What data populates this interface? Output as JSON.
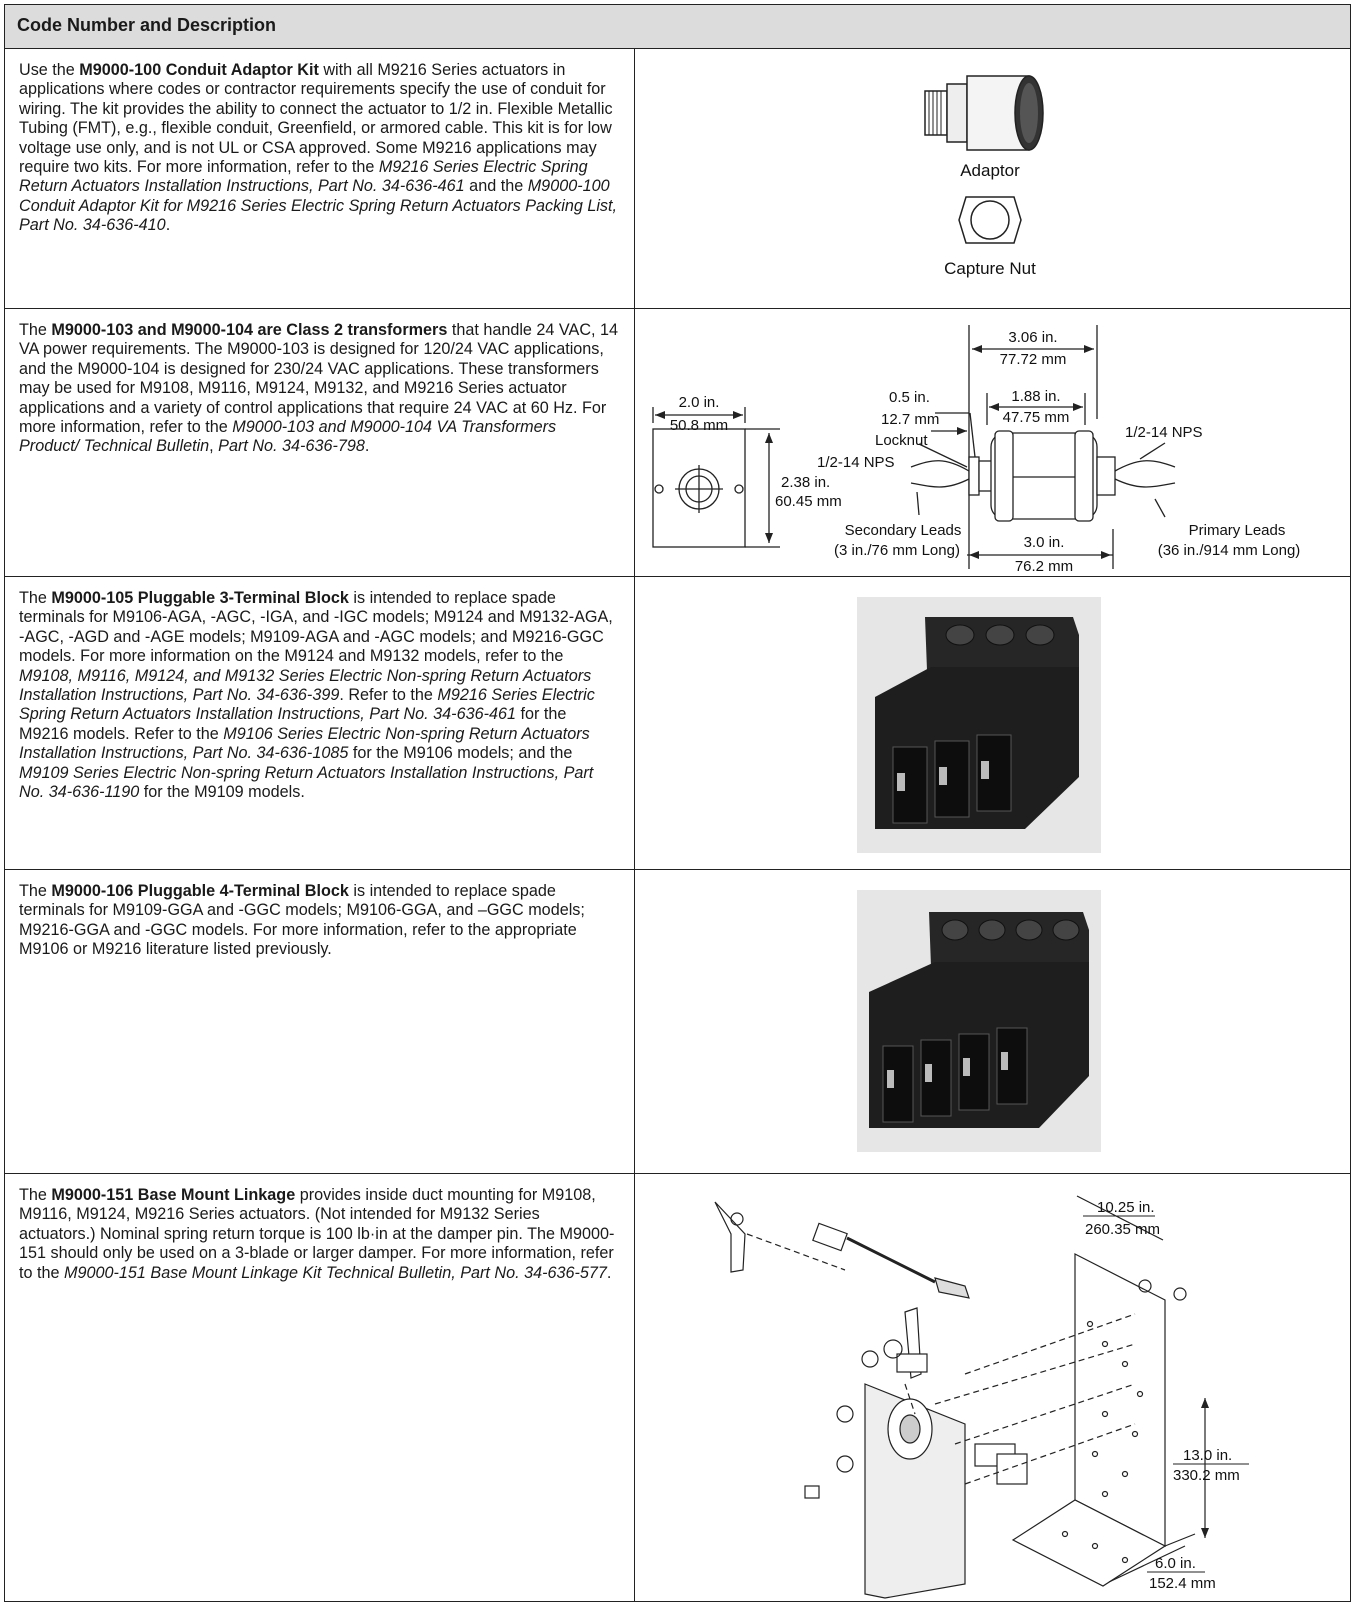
{
  "header": {
    "title": "Code Number and Description"
  },
  "rows": [
    {
      "parts": [
        {
          "t": "Use the ",
          "s": "n"
        },
        {
          "t": "M9000-100 Conduit Adaptor Kit",
          "s": "b"
        },
        {
          "t": " with all M9216 Series actuators in applications where codes or contractor requirements specify the use of conduit for wiring. The kit provides the ability to connect the actuator to 1/2 in. Flexible Metallic Tubing (FMT), e.g., flexible conduit, Greenfield, or armored cable. This kit is for low voltage use only, and is not UL or CSA approved. Some M9216 applications may require two kits. For more information, refer to the ",
          "s": "n"
        },
        {
          "t": "M9216 Series Electric Spring Return Actuators Installation Instructions, Part No. 34-636-461",
          "s": "i"
        },
        {
          "t": " and the ",
          "s": "n"
        },
        {
          "t": "M9000-100 Conduit Adaptor Kit for M9216 Series Electric Spring Return Actuators Packing List, Part No. 34-636-410",
          "s": "i"
        },
        {
          "t": ".",
          "s": "n"
        }
      ],
      "figure": {
        "adaptor_label": "Adaptor",
        "nut_label": "Capture Nut"
      }
    },
    {
      "parts": [
        {
          "t": "The ",
          "s": "n"
        },
        {
          "t": "M9000-103 and M9000-104 are Class 2 transformers",
          "s": "b"
        },
        {
          "t": " that handle 24 VAC, 14 VA power requirements. The M9000-103 is designed for 120/24 VAC applications, and the M9000-104 is designed for 230/24 VAC applications. These transformers may be used for M9108, M9116, M9124, M9132, and M9216 Series actuator applications and a variety of control applications that require 24 VAC at 60 Hz. For more information, refer to the ",
          "s": "n"
        },
        {
          "t": "M9000-103 and M9000-104 VA Transformers Product/ Technical Bulletin",
          "s": "i"
        },
        {
          "t": ", ",
          "s": "n"
        },
        {
          "t": "Part No. 34-636-798",
          "s": "i"
        },
        {
          "t": ".",
          "s": "n"
        }
      ],
      "figure": {
        "w_in": "2.0 in.",
        "w_mm": "50.8 mm",
        "h_in": "2.38 in.",
        "h_mm": "60.45 mm",
        "len_in": "3.06 in.",
        "len_mm": "77.72 mm",
        "off_in": "0.5 in.",
        "off_mm": "12.7 mm",
        "body_in": "1.88 in.",
        "body_mm": "47.75 mm",
        "locknut": "Locknut",
        "nps_left": "1/2-14 NPS",
        "nps_right": "1/2-14 NPS",
        "sec_leads": "Secondary Leads",
        "sec_len": "(3 in./76 mm Long)",
        "base_in": "3.0 in.",
        "base_mm": "76.2 mm",
        "pri_leads": "Primary Leads",
        "pri_len": "(36 in./914 mm Long)"
      }
    },
    {
      "parts": [
        {
          "t": "The ",
          "s": "n"
        },
        {
          "t": "M9000-105 Pluggable 3-Terminal Block",
          "s": "b"
        },
        {
          "t": " is intended to replace spade terminals for M9106-AGA, -AGC, -IGA, and -IGC models; M9124 and M9132-AGA, -AGC, -AGD and -AGE models; M9109-AGA and -AGC models; and M9216-GGC models. For more information on the M9124 and M9132 models, refer to the ",
          "s": "n"
        },
        {
          "t": "M9108, M9116, M9124, and M9132 Series Electric Non-spring Return Actuators Installation Instructions, Part No. 34-636-399",
          "s": "i"
        },
        {
          "t": ". Refer to the ",
          "s": "n"
        },
        {
          "t": "M9216 Series Electric Spring Return Actuators Installation Instructions, Part No. 34-636-461",
          "s": "i"
        },
        {
          "t": " for the M9216 models. Refer to the ",
          "s": "n"
        },
        {
          "t": "M9106 Series Electric Non-spring Return Actuators Installation Instructions, Part No. 34-636-1085",
          "s": "i"
        },
        {
          "t": " for the M9106 models; and the ",
          "s": "n"
        },
        {
          "t": "M9109 Series Electric Non-spring Return Actuators Installation Instructions, Part No. 34-636-1190",
          "s": "i"
        },
        {
          "t": " for the M9109 models.",
          "s": "n"
        }
      ]
    },
    {
      "parts": [
        {
          "t": "The ",
          "s": "n"
        },
        {
          "t": "M9000-106 Pluggable 4-Terminal Block",
          "s": "b"
        },
        {
          "t": " is intended to replace spade terminals for M9109-GGA and -GGC models; M9106-GGA, and –GGC models; M9216-GGA and -GGC models. For more information, refer to the appropriate M9106 or M9216 literature listed previously.",
          "s": "n"
        }
      ]
    },
    {
      "parts": [
        {
          "t": "The ",
          "s": "n"
        },
        {
          "t": "M9000-151 Base Mount Linkage",
          "s": "b"
        },
        {
          "t": " provides inside duct mounting for M9108, M9116, M9124, M9216 Series actuators. (Not intended for M9132 Series actuators.) Nominal spring return torque is 100 lb·in at the damper pin. The M9000-151 should only be used on a 3-blade or larger damper. For more information, refer to the ",
          "s": "n"
        },
        {
          "t": "M9000-151 Base Mount Linkage Kit Technical Bulletin, Part No. 34-636-577",
          "s": "i"
        },
        {
          "t": ".",
          "s": "n"
        }
      ],
      "figure": {
        "top_in": "10.25 in.",
        "top_mm": "260.35 mm",
        "side_in": "13.0 in.",
        "side_mm": "330.2 mm",
        "bot_in": "6.0 in.",
        "bot_mm": "152.4 mm"
      }
    }
  ]
}
